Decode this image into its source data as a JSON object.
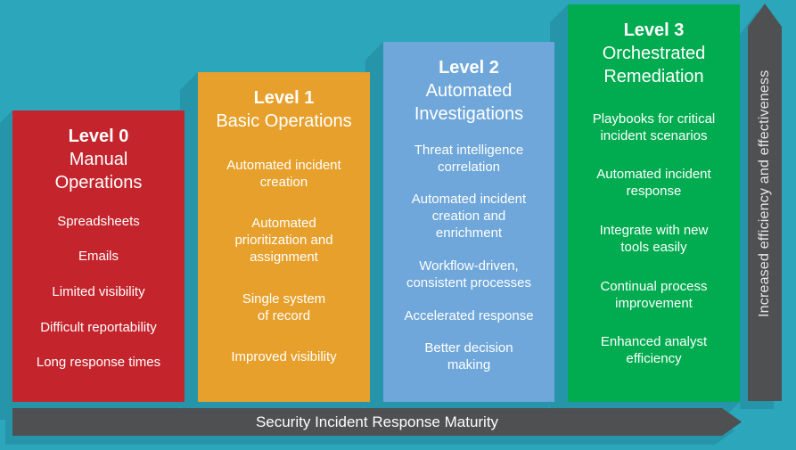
{
  "colors": {
    "background": "#2BA6BB",
    "shadow": "#2695AA",
    "arrow_gray": "#4E5052",
    "text": "#FFFFFF"
  },
  "levels": [
    {
      "title": "Level 0",
      "subtitle": "Manual\nOperations",
      "color": "#C4242C",
      "items": [
        "Spreadsheets",
        "Emails",
        "Limited visibility",
        "Difficult reportability",
        "Long response times"
      ]
    },
    {
      "title": "Level 1",
      "subtitle": "Basic Operations",
      "color": "#E7A02B",
      "items": [
        "Automated incident\ncreation",
        "Automated\nprioritization and\nassignment",
        "Single system\nof record",
        "Improved visibility"
      ]
    },
    {
      "title": "Level 2",
      "subtitle": "Automated\nInvestigations",
      "color": "#6FA7DB",
      "items": [
        "Threat intelligence\ncorrelation",
        "Automated incident\ncreation and\nenrichment",
        "Workflow-driven,\nconsistent processes",
        "Accelerated response",
        "Better decision\nmaking"
      ]
    },
    {
      "title": "Level 3",
      "subtitle": "Orchestrated\nRemediation",
      "color": "#00AC4F",
      "items": [
        "Playbooks for critical\nincident scenarios",
        "Automated incident\nresponse",
        "Integrate with new\ntools easily",
        "Continual process\nimprovement",
        "Enhanced analyst\nefficiency"
      ]
    }
  ],
  "x_arrow": {
    "label": "Security Incident Response Maturity"
  },
  "y_arrow": {
    "label": "Increased efficiency and effectiveness"
  }
}
